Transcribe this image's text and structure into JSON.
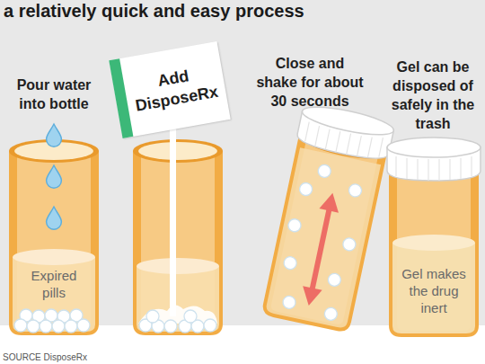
{
  "diagram": {
    "title": "a relatively quick and easy process",
    "nodes": [
      {
        "text": [
          "Expired pills"
        ]
      },
      {
        "text": [
          "Add DisposeRx"
        ]
      },
      {
        "text": [
          "Gel makes the drug inert"
        ]
      }
    ],
    "labels": [
      "Pour water into bottle",
      "Close and shake for about 30 seconds",
      "Gel can be disposed of safely in the trash",
      "SOURCE DisposeRx"
    ]
  }
}
